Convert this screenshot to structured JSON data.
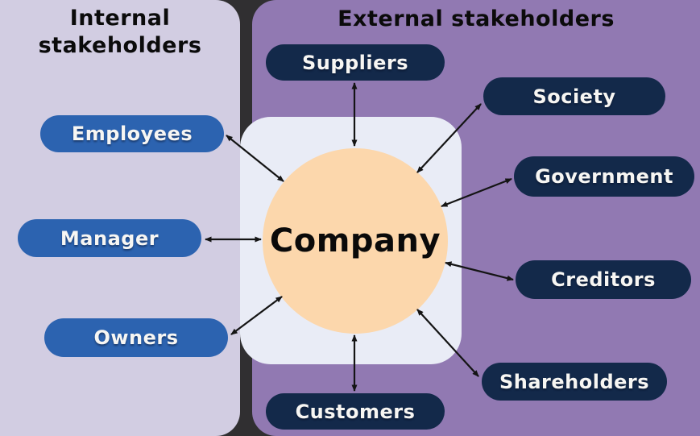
{
  "colors": {
    "background": "#302f31",
    "internal_panel": "#d2cde2",
    "external_panel": "#9179b2",
    "internal_pill": "#2c63b0",
    "external_pill": "#13294a",
    "company_box": "#e9ecf6",
    "company_circle": "#fcd7ac",
    "pill_text": "#f7f6f3",
    "title_text": "#0b0b0b",
    "arrow": "#141414"
  },
  "internal": {
    "title": "Internal stakeholders",
    "items": [
      {
        "label": "Employees"
      },
      {
        "label": "Manager"
      },
      {
        "label": "Owners"
      }
    ]
  },
  "external": {
    "title": "External stakeholders",
    "items": [
      {
        "label": "Suppliers"
      },
      {
        "label": "Society"
      },
      {
        "label": "Government"
      },
      {
        "label": "Creditors"
      },
      {
        "label": "Shareholders"
      },
      {
        "label": "Customers"
      }
    ]
  },
  "center": {
    "label": "Company"
  }
}
